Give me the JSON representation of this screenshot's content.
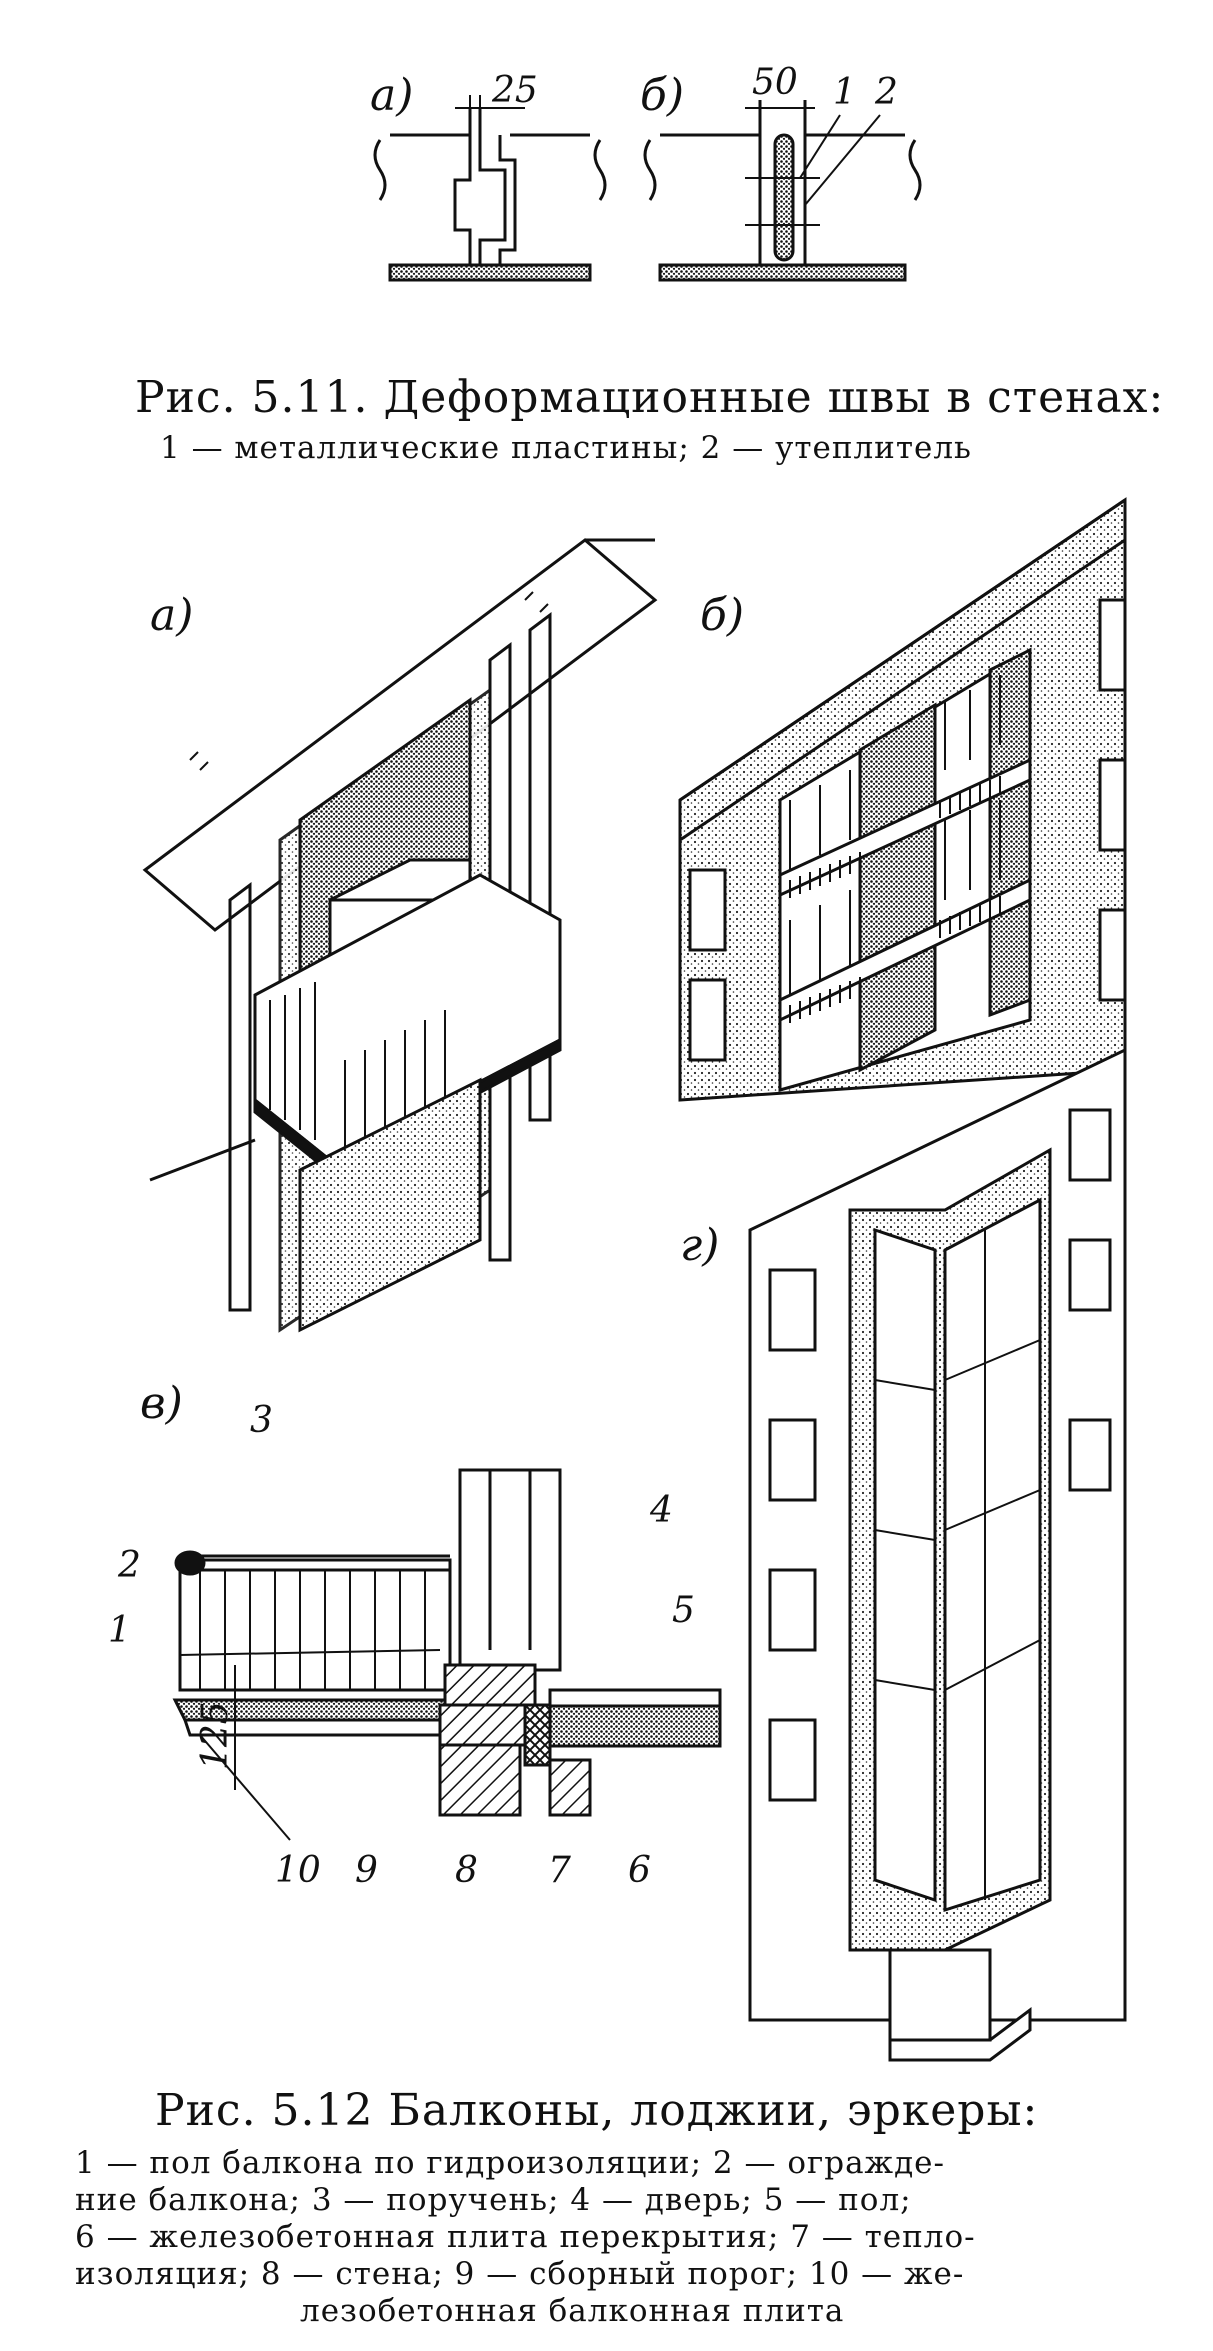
{
  "fig11": {
    "sub_a": "а)",
    "sub_b": "б)",
    "dim_a": "25",
    "dim_b": "50",
    "mark_1": "1",
    "mark_2": "2",
    "caption_title": "Рис. 5.11. Деформационные швы в стенах:",
    "caption_legend": "1 — металлические пластины; 2 — утеплитель"
  },
  "fig12": {
    "sub_a": "а)",
    "sub_b": "б)",
    "sub_v": "в)",
    "sub_g": "г)",
    "marks": [
      "1",
      "2",
      "3",
      "4",
      "5",
      "6",
      "7",
      "8",
      "9",
      "10"
    ],
    "dim_125": "125",
    "caption_title": "Рис. 5.12 Балконы, лоджии, эркеры:",
    "caption_lines": [
      "1 — пол балкона по гидроизоляции; 2 — огражде-",
      "ние балкона; 3 — поручень; 4 — дверь; 5 — пол;",
      "6 — железобетонная плита перекрытия; 7 — тепло-",
      "изоляция; 8 — стена; 9 — сборный порог; 10 — же-",
      "лезобетонная балконная плита"
    ]
  }
}
